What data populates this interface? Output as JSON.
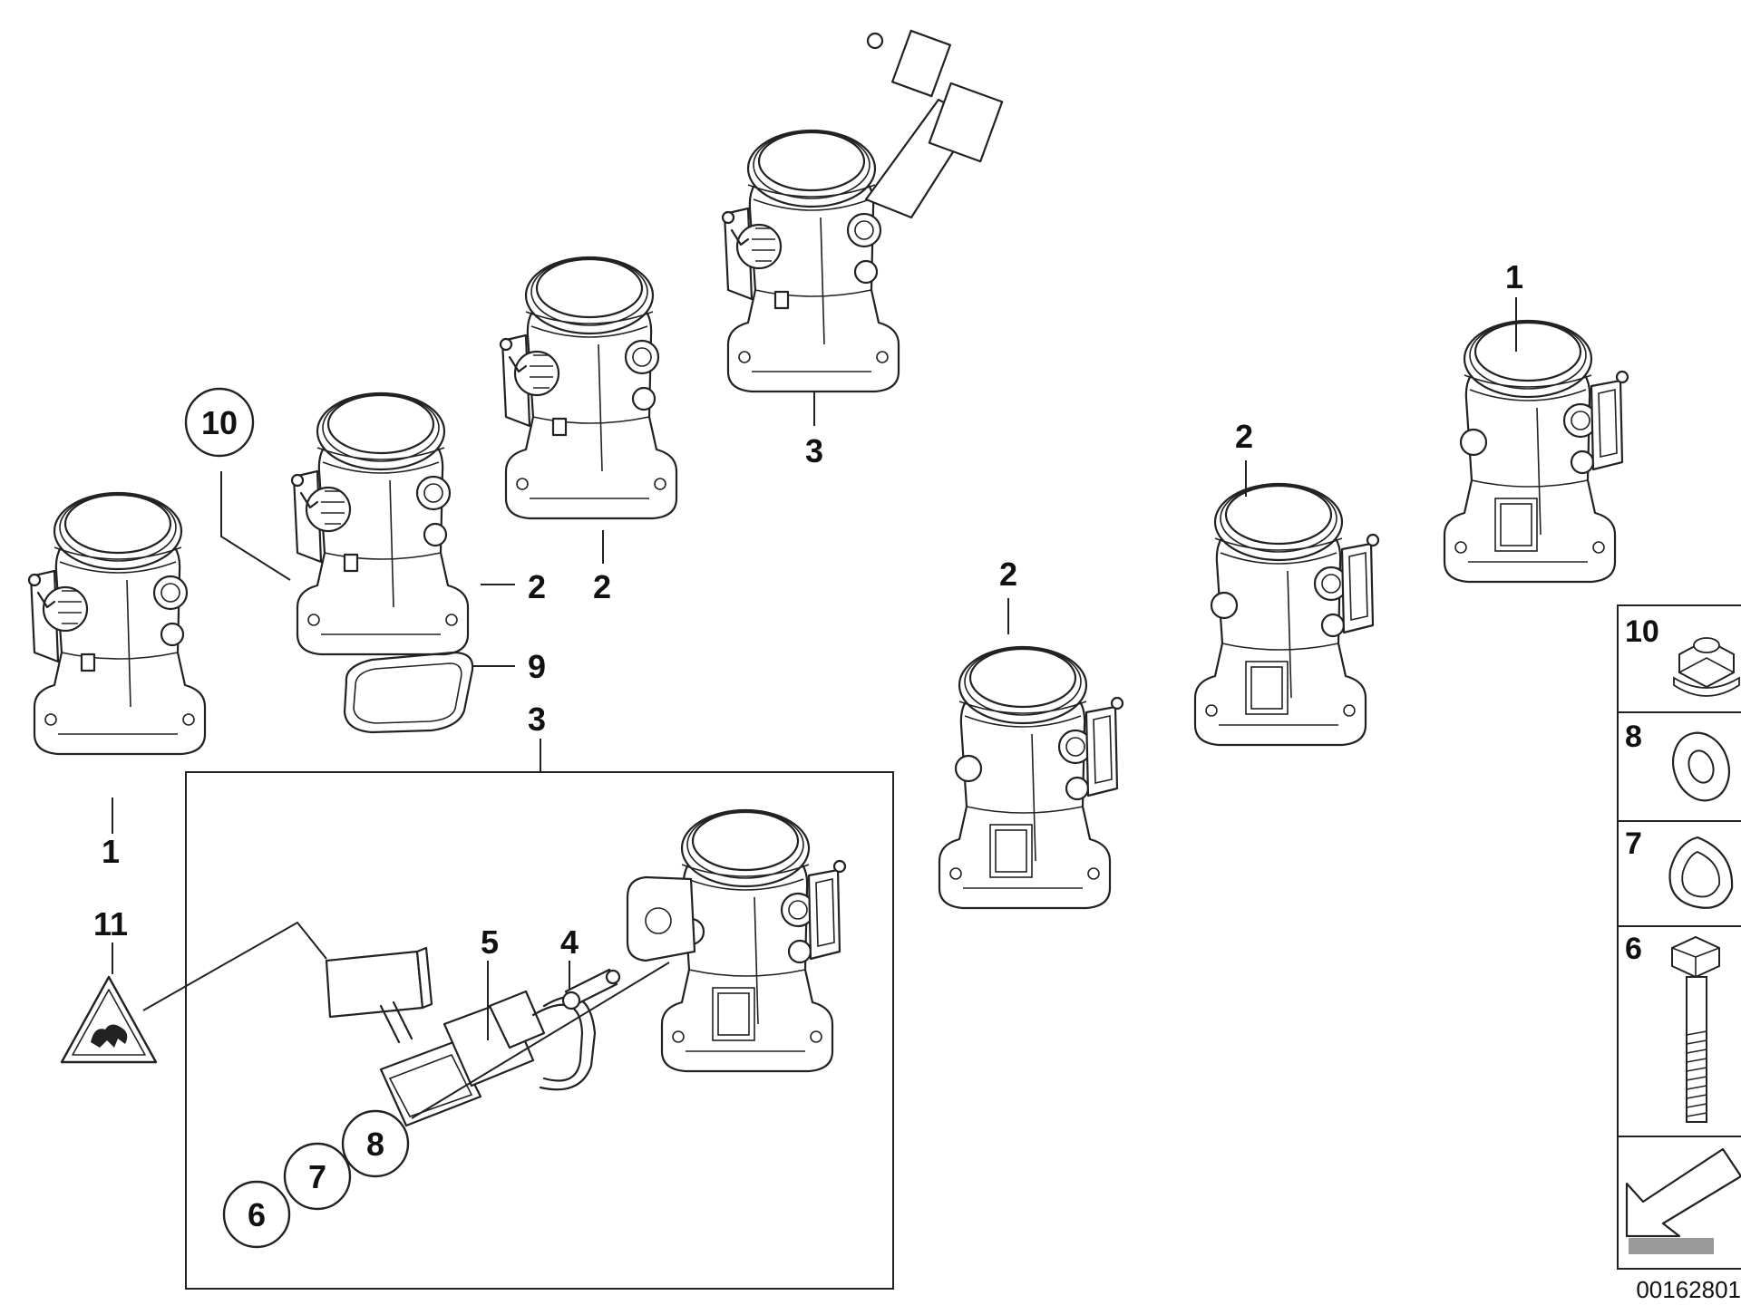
{
  "diagram": {
    "callouts": {
      "c1_left": "1",
      "c2_a": "2",
      "c2_b": "2",
      "c3_top": "3",
      "c10": "10",
      "c9": "9",
      "c3_box": "3",
      "c11": "11",
      "c5": "5",
      "c4": "4",
      "c8": "8",
      "c7": "7",
      "c6": "6",
      "c2_right_a": "2",
      "c2_right_b": "2",
      "c1_right": "1"
    },
    "legend": {
      "items": [
        {
          "num": "10",
          "icon": "hex-nut-icon"
        },
        {
          "num": "8",
          "icon": "washer-icon"
        },
        {
          "num": "7",
          "icon": "seal-ring-icon"
        },
        {
          "num": "6",
          "icon": "bolt-icon"
        }
      ],
      "arrow_icon": "direction-arrow-icon"
    },
    "drawing_number": "00162801",
    "warning_icon": "warning-triangle-icon"
  }
}
